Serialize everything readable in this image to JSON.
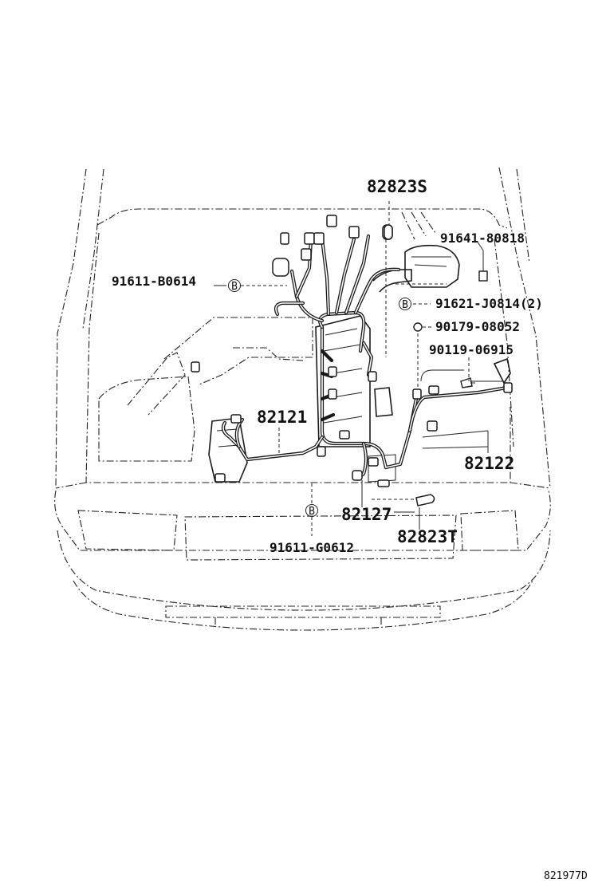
{
  "diagram": {
    "part_labels": {
      "p82823S": "82823S",
      "p91641": "91641-80818",
      "p91611B": "91611-B0614",
      "p91621": "91621-J0814(2)",
      "p90179": "90179-08052",
      "p90119": "90119-06915",
      "p82121": "82121",
      "p82122": "82122",
      "p82127": "82127",
      "p82823T": "82823T",
      "p91611G": "91611-G0612"
    },
    "bolt_symbol": "B",
    "reference_code": "821977D"
  }
}
